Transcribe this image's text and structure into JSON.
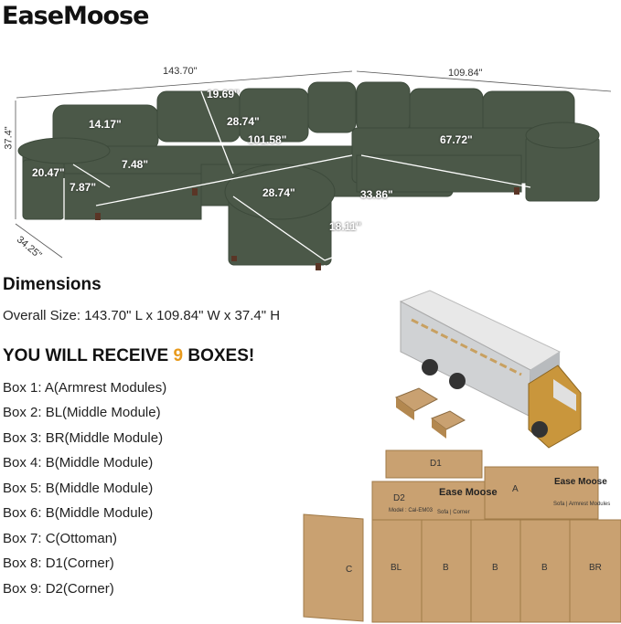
{
  "brand": "EaseMoose",
  "dimensions": {
    "overall_length": "143.70\"",
    "overall_width": "109.84\"",
    "height": "37.4\"",
    "depth": "34.25\"",
    "back_height": "19.69\"",
    "seat_width": "28.74\"",
    "arm_width": "14.17\"",
    "long_seat": "101.58\"",
    "short_seat": "67.72\"",
    "seat_height": "20.47\"",
    "cushion": "7.48\"",
    "arm_depth": "7.87\"",
    "ottoman_width": "28.74\"",
    "ottoman_length": "33.86\"",
    "ottoman_height": "18.11\""
  },
  "heading": "Dimensions",
  "overall_size": "Overall Size: 143.70\" L x 109.84\" W x 37.4\" H",
  "receive": {
    "prefix": "YOU WILL RECEIVE ",
    "count": "9",
    "suffix": " BOXES!"
  },
  "boxes": [
    "Box 1: A(Armrest Modules)",
    "Box 2: BL(Middle Module)",
    "Box 3: BR(Middle Module)",
    "Box 4: B(Middle Module)",
    "Box 5: B(Middle Module)",
    "Box 6: B(Middle Module)",
    "Box 7: C(Ottoman)",
    "Box 8: D1(Corner)",
    "Box 9: D2(Corner)"
  ],
  "box_image": {
    "brand": "Ease Moose",
    "model": "Model : Cal-EM03",
    "labels": [
      "D1",
      "D2",
      "A",
      "C",
      "BL",
      "B",
      "B",
      "B",
      "BR"
    ],
    "sofa_corner": "Sofa | Corner",
    "sofa_armrest": "Sofa | Armrest Modules"
  },
  "colors": {
    "sofa": "#4b5848",
    "box": "#c9a171",
    "accent": "#e89a1c"
  }
}
